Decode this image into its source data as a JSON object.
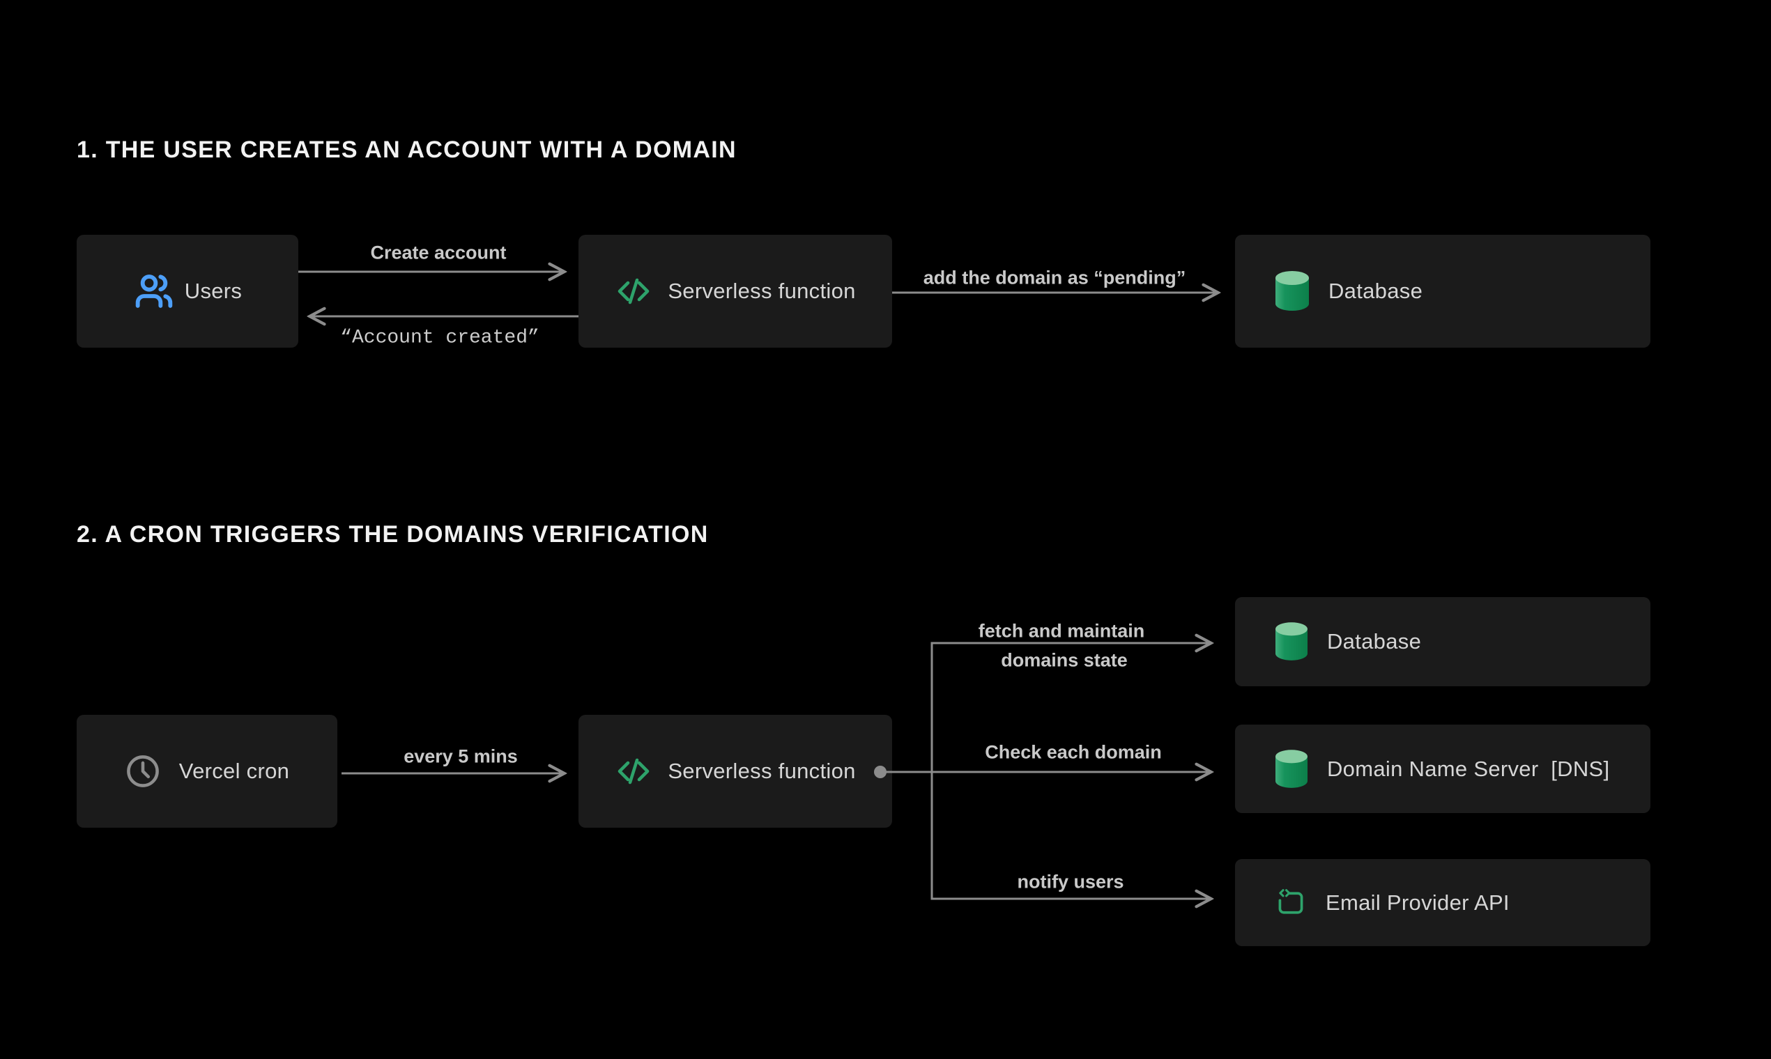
{
  "page": {
    "background": "#000000",
    "kind": "architecture-diagram"
  },
  "colors": {
    "box_bg": "#1b1b1b",
    "title_text": "#f2f2f2",
    "node_text": "#d6d6d6",
    "edge_label_text": "#c9c9c9",
    "line": "#8c8c8c",
    "users_blue": "#4d9ff8",
    "code_green": "#2ea36b",
    "db_cylinder_top": "#87cda2",
    "db_cylinder_body": "#0f8750",
    "clock_gray": "#8d8d8d"
  },
  "icons": {
    "users": "users-icon",
    "code": "code-icon",
    "database": "database-cylinder-icon",
    "clock": "clock-icon",
    "email": "email-code-icon"
  },
  "sections": [
    {
      "title": "1. THE USER CREATES AN ACCOUNT WITH A DOMAIN",
      "nodes": {
        "users": {
          "label": "Users",
          "icon": "users-icon"
        },
        "serverless": {
          "label": "Serverless function",
          "icon": "code-icon"
        },
        "database": {
          "label": "Database",
          "icon": "database-cylinder-icon"
        }
      },
      "edges": {
        "create_account": {
          "label": "Create account",
          "from": "Users",
          "to": "Serverless function"
        },
        "account_created": {
          "label": "“Account created”",
          "from": "Serverless function",
          "to": "Users"
        },
        "add_domain": {
          "label": "add the domain as “pending”",
          "from": "Serverless function",
          "to": "Database"
        }
      }
    },
    {
      "title": "2. A CRON TRIGGERS THE DOMAINS VERIFICATION",
      "nodes": {
        "cron": {
          "label": "Vercel cron",
          "icon": "clock-icon"
        },
        "serverless": {
          "label": "Serverless function",
          "icon": "code-icon"
        },
        "database": {
          "label": "Database",
          "icon": "database-cylinder-icon"
        },
        "dns": {
          "label": "Domain Name Server  [DNS]",
          "icon": "database-cylinder-icon"
        },
        "email": {
          "label": "Email Provider API",
          "icon": "email-code-icon"
        }
      },
      "edges": {
        "every_5_mins": {
          "label": "every 5 mins",
          "from": "Vercel cron",
          "to": "Serverless function"
        },
        "fetch_line1": {
          "label": "fetch and maintain",
          "from": "Serverless function",
          "to": "Database"
        },
        "fetch_line2": {
          "label": "domains state",
          "from": "Serverless function",
          "to": "Database"
        },
        "check_domain": {
          "label": "Check each domain",
          "from": "Serverless function",
          "to": "Domain Name Server [DNS]"
        },
        "notify_users": {
          "label": "notify users",
          "from": "Serverless function",
          "to": "Email Provider API"
        }
      }
    }
  ]
}
